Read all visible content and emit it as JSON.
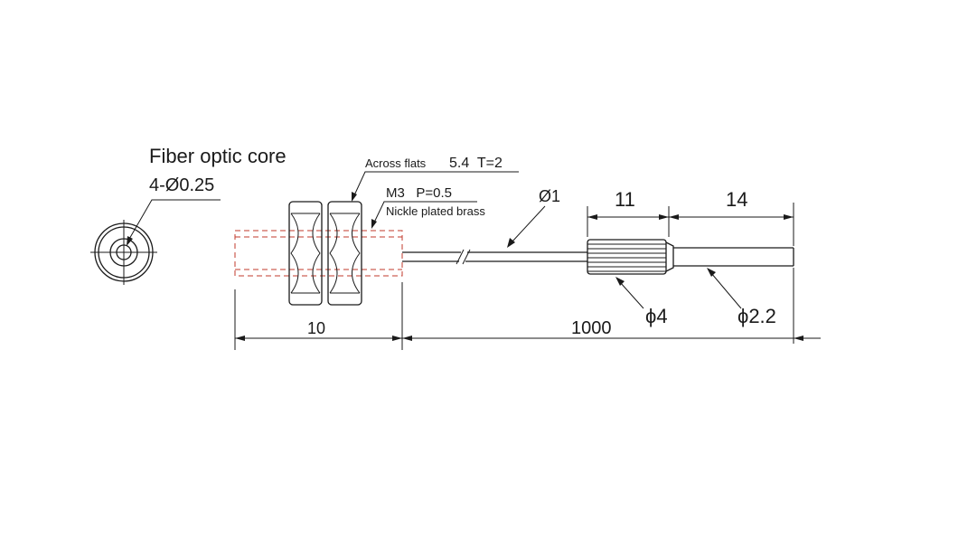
{
  "labels": {
    "fiber_core_title": "Fiber optic core",
    "fiber_core_spec": "4-Ø0.25",
    "across_flats": "Across flats",
    "across_flats_value": "5.4  T=2",
    "thread": "M3   P=0.5",
    "material": "Nickle plated brass",
    "fiber_diameter": "Ø1",
    "dim_sleeve_length": "11",
    "dim_tip_length": "14",
    "dim_body_length": "10",
    "dim_cable_length": "1000",
    "dim_sleeve_diameter": "ϕ4",
    "dim_tip_diameter": "ϕ2.2"
  },
  "colors": {
    "line": "#1a1a1a",
    "hidden_line": "#c0392b"
  }
}
